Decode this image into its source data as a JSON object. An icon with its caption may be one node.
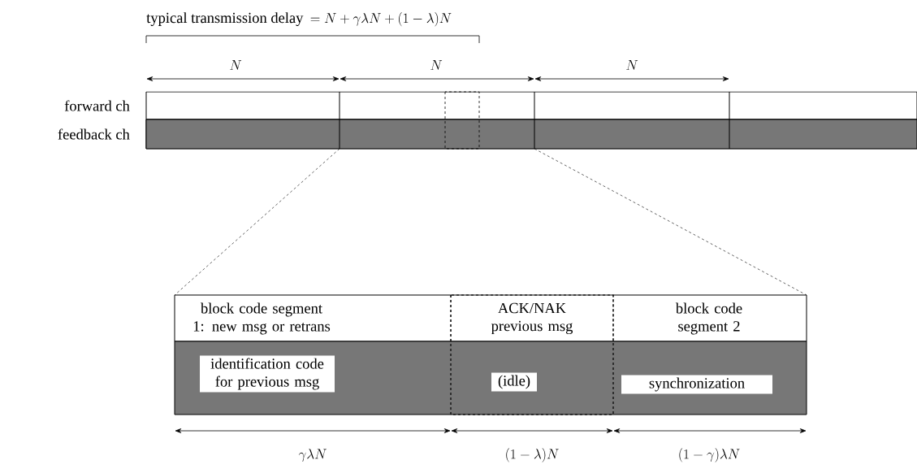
{
  "diagram": {
    "title": "typical transmission delay",
    "nodes": [
      {
        "text": [
          "block code segment 1: new msg or retrans"
        ]
      },
      {
        "text": [
          "ACK/NAK previous msg"
        ]
      },
      {
        "text": [
          "block code segment 2"
        ]
      },
      {
        "text": [
          "identification code for previous msg"
        ]
      },
      {
        "text": [
          "(idle)"
        ]
      },
      {
        "text": [
          "synchronization"
        ]
      }
    ],
    "labels": [
      "= N+\\gamma\\lambda N+(1-\\lambda)N",
      "N",
      "N",
      "N",
      "forward ch",
      "feedback ch",
      "\\gamma\\lambda N",
      "(1-\\lambda)N",
      "(1-\\gamma)\\lambda N"
    ]
  }
}
